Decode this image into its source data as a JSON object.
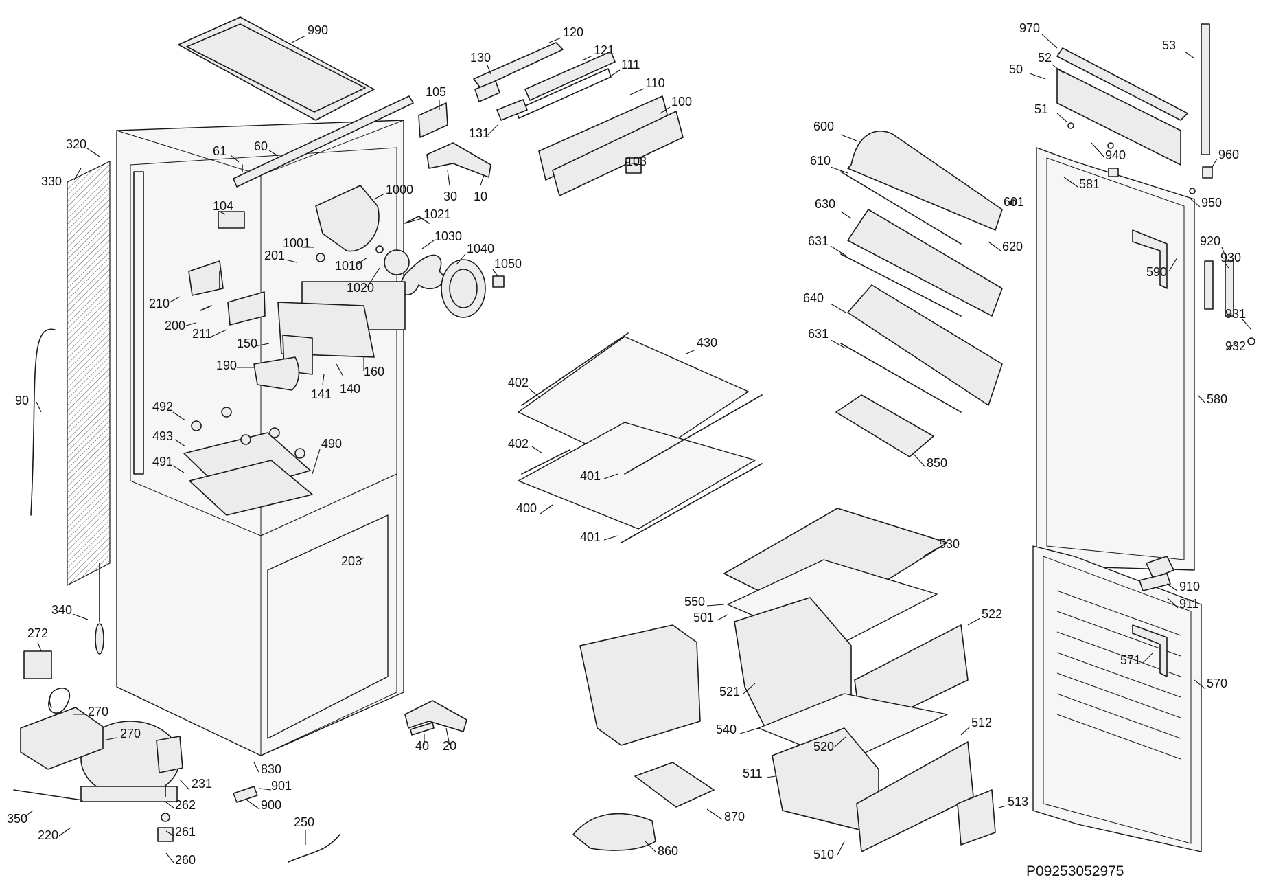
{
  "diagram": {
    "code": "P09253052975",
    "callouts": [
      "990",
      "105",
      "130",
      "120",
      "121",
      "111",
      "110",
      "100",
      "131",
      "103",
      "10",
      "30",
      "61",
      "60",
      "320",
      "330",
      "104",
      "1000",
      "1021",
      "1001",
      "201",
      "1010",
      "1030",
      "1040",
      "1050",
      "1020",
      "210",
      "200",
      "211",
      "150",
      "190",
      "160",
      "141",
      "140",
      "492",
      "493",
      "490",
      "491",
      "90",
      "203",
      "340",
      "272",
      "270",
      "270",
      "231",
      "262",
      "261",
      "260",
      "350",
      "220",
      "830",
      "901",
      "900",
      "250",
      "40",
      "20",
      "600",
      "610",
      "601",
      "620",
      "630",
      "631",
      "640",
      "631",
      "850",
      "430",
      "402",
      "402",
      "401",
      "400",
      "401",
      "530",
      "550",
      "501",
      "522",
      "521",
      "540",
      "520",
      "512",
      "511",
      "870",
      "860",
      "513",
      "510",
      "970",
      "52",
      "50",
      "53",
      "51",
      "940",
      "960",
      "581",
      "950",
      "920",
      "930",
      "590",
      "931",
      "932",
      "580",
      "910",
      "911",
      "571",
      "570"
    ]
  }
}
